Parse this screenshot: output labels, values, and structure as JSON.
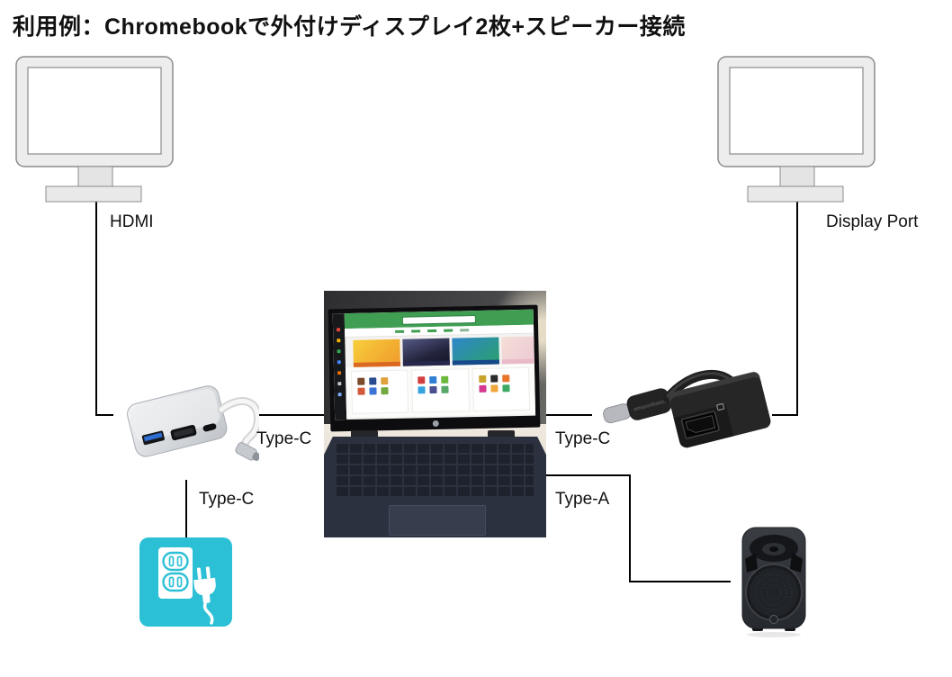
{
  "title": "利用例：Chromebookで外付けディスプレイ2枚+スピーカー接続",
  "connections": {
    "hdmi": "HDMI",
    "display_port": "Display Port",
    "hub_to_laptop": "Type-C",
    "laptop_to_adapter": "Type-C",
    "power_to_hub": "Type-C",
    "laptop_to_speaker": "Type-A"
  },
  "devices": {
    "adapter_brand": "amazonbasics"
  },
  "icons": {
    "left_monitor": "external-display-icon",
    "right_monitor": "external-display-icon",
    "hub": "usb-c-multiport-hub-icon",
    "adapter": "usb-c-to-displayport-adapter-icon",
    "outlet": "power-outlet-icon",
    "speaker": "pa-speaker-icon",
    "laptop": "chromebook-laptop-photo"
  },
  "colors": {
    "wire": "#000000",
    "outlet_accent": "#2bc0d6",
    "monitor_fill": "#ededed",
    "header_green": "#3f9e52"
  }
}
